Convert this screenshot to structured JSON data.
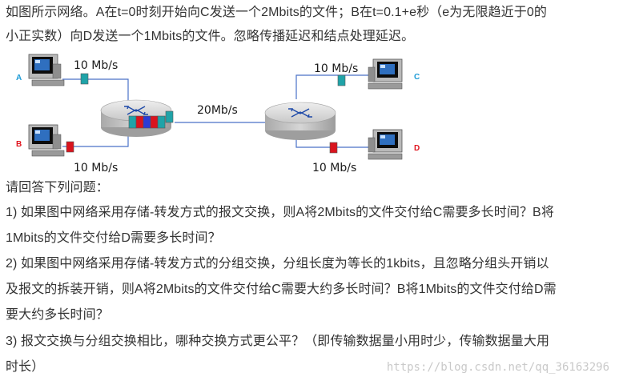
{
  "intro": {
    "line1": "如图所示网络。A在t=0时刻开始向C发送一个2Mbits的文件；B在t=0.1+e秒（e为无限趋近于0的",
    "line2": "小正实数）向D发送一个1Mbits的文件。忽略传播延迟和结点处理延迟。"
  },
  "diagram": {
    "hosts": {
      "a": "A",
      "b": "B",
      "c": "C",
      "d": "D"
    },
    "links": {
      "a_rate": "10 Mb/s",
      "b_rate": "10 Mb/s",
      "c_rate": "10 Mb/s",
      "d_rate": "10 Mb/s",
      "trunk_rate": "20Mb/s"
    },
    "colors": {
      "host_label_a": "#1a9ad6",
      "host_label_b": "#e0141e",
      "host_label_c": "#1a9ad6",
      "host_label_d": "#e0141e",
      "packet_teal": "#1fa3a8",
      "packet_red": "#d9141e",
      "packet_blue": "#2a3bd6",
      "link": "#4a72c8",
      "router": "#c4c4c4"
    }
  },
  "questions": {
    "prompt": "请回答下列问题：",
    "q1_line1": "1) 如果图中网络采用存储-转发方式的报文交换，则A将2Mbits的文件交付给C需要多长时间？B将",
    "q1_line2": "1Mbits的文件交付给D需要多长时间？",
    "q2_line1": "2) 如果图中网络采用存储-转发方式的分组交换，分组长度为等长的1kbits，且忽略分组头开销以",
    "q2_line2": "及报文的拆装开销，则A将2Mbits的文件交付给C需要大约多长时间？B将1Mbits的文件交付给D需",
    "q2_line3": "要大约多长时间？",
    "q3_line1": "3) 报文交换与分组交换相比，哪种交换方式更公平？（即传输数据量小用时少，传输数据量大用",
    "q3_line2": "时长）"
  },
  "watermark": "https://blog.csdn.net/qq_36163296"
}
